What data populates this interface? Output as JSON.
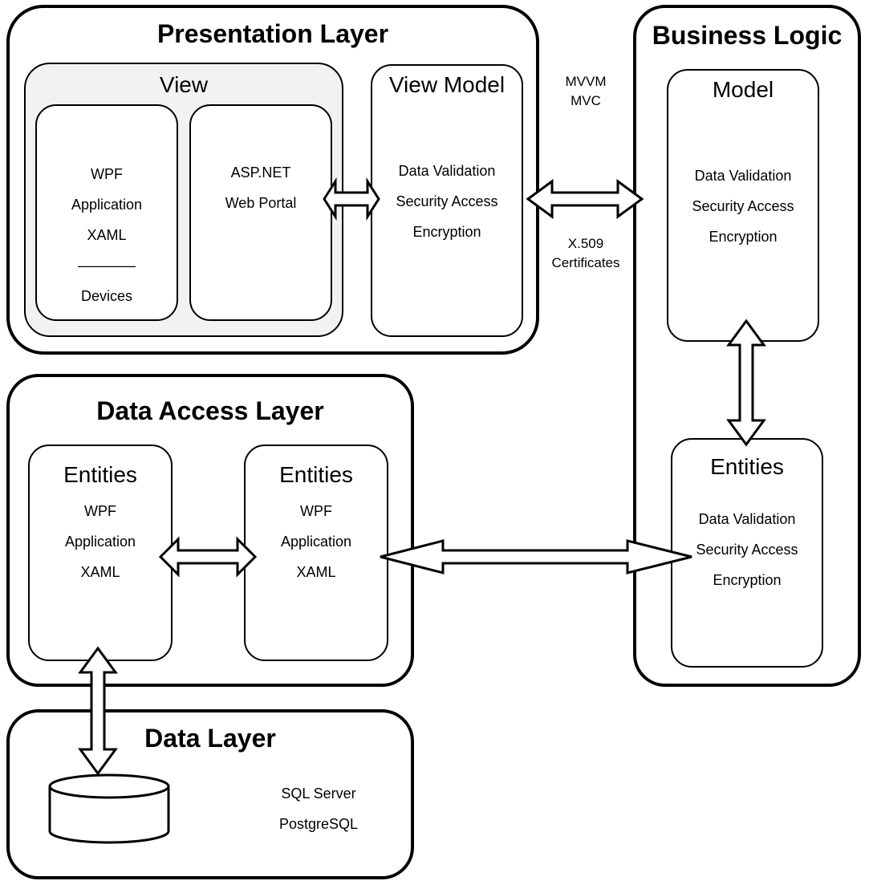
{
  "presentation_layer": {
    "title": "Presentation Layer",
    "view": {
      "title": "View",
      "wpf_box": [
        "WPF",
        "Application",
        "XAML",
        "————",
        "Devices"
      ],
      "asp_box": [
        "ASP.NET",
        "Web Portal"
      ]
    },
    "view_model": {
      "title": "View Model",
      "lines": [
        "Data Validation",
        "Security Access",
        "Encryption"
      ]
    }
  },
  "pattern_labels": [
    "MVVM",
    "MVC"
  ],
  "certificate_labels": [
    "X.509",
    "Certificates"
  ],
  "business_logic": {
    "title": "Business Logic",
    "model": {
      "title": "Model",
      "lines": [
        "Data Validation",
        "Security Access",
        "Encryption"
      ]
    },
    "entities": {
      "title": "Entities",
      "lines": [
        "Data Validation",
        "Security Access",
        "Encryption"
      ]
    }
  },
  "data_access_layer": {
    "title": "Data Access Layer",
    "entities_left": {
      "title": "Entities",
      "lines": [
        "WPF",
        "Application",
        "XAML"
      ]
    },
    "entities_right": {
      "title": "Entities",
      "lines": [
        "WPF",
        "Application",
        "XAML"
      ]
    }
  },
  "data_layer": {
    "title": "Data Layer",
    "databases": [
      "SQL Server",
      "PostgreSQL"
    ]
  }
}
